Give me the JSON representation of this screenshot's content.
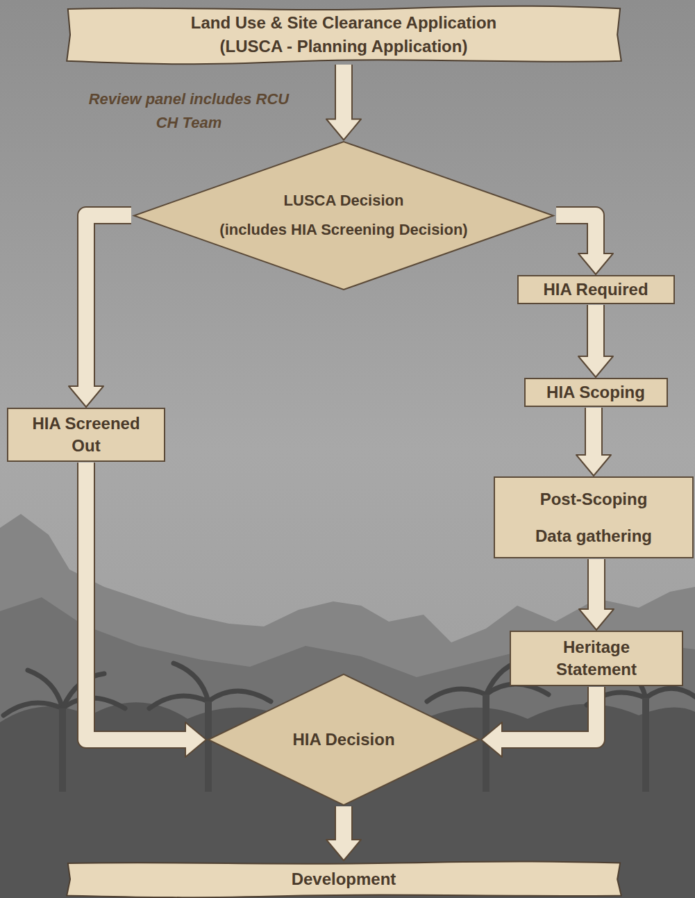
{
  "diagram": {
    "nodes": [
      {
        "text": [
          "Land Use & Site Clearance Application",
          "(LUSCA - Planning Application)"
        ]
      },
      {
        "text": [
          "LUSCA Decision",
          "(includes HIA Screening Decision)"
        ]
      },
      {
        "text": [
          "HIA Required"
        ]
      },
      {
        "text": [
          "HIA Scoping"
        ]
      },
      {
        "text": [
          "HIA Screened Out"
        ]
      },
      {
        "text": [
          "Post-Scoping Data gathering"
        ]
      },
      {
        "text": [
          "Heritage Statement"
        ]
      },
      {
        "text": [
          "HIA Decision"
        ]
      },
      {
        "text": [
          "Development"
        ]
      }
    ],
    "edges": [
      {
        "from": 0,
        "to": 1,
        "arrow": "to"
      },
      {
        "from": 1,
        "to": 2,
        "arrow": "to"
      },
      {
        "from": 2,
        "to": 3,
        "arrow": "to"
      },
      {
        "from": 3,
        "to": 5,
        "arrow": "to"
      },
      {
        "from": 5,
        "to": 6,
        "arrow": "to"
      },
      {
        "from": 6,
        "to": 7,
        "arrow": "to"
      },
      {
        "from": 1,
        "to": 4,
        "arrow": "to"
      },
      {
        "from": 4,
        "to": 7,
        "arrow": "to"
      },
      {
        "from": 7,
        "to": 8,
        "arrow": "to"
      }
    ],
    "labels": [
      "Review panel includes RCU CH Team"
    ]
  }
}
